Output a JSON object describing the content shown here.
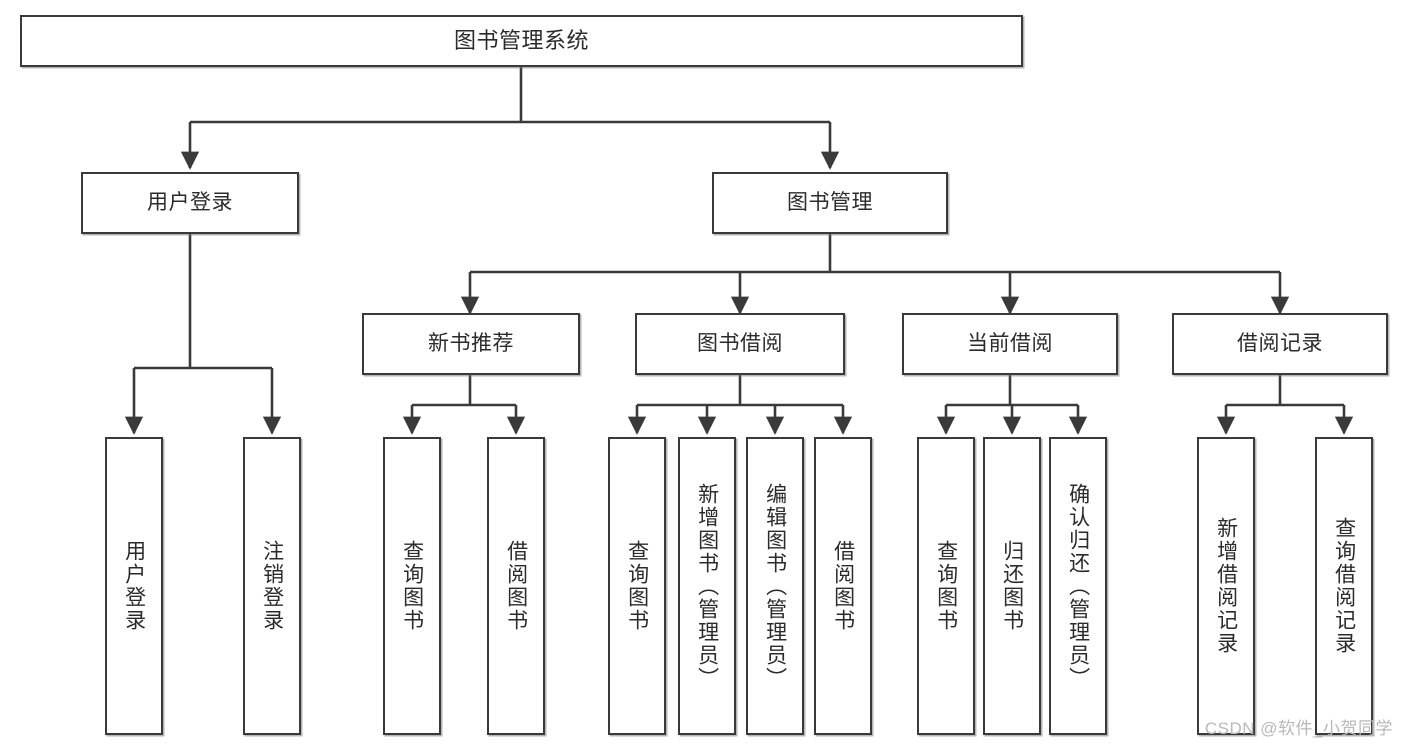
{
  "diagram": {
    "title": "图书管理系统",
    "watermark": "CSDN @软件_小贺同学",
    "colors": {
      "stroke": "#3a3a3a",
      "fill": "#ffffff",
      "text": "#2b2b2b",
      "watermark": "#b9b9b9"
    },
    "levels": {
      "root": {
        "label": "图书管理系统"
      },
      "level2": [
        {
          "label": "用户登录"
        },
        {
          "label": "图书管理"
        }
      ],
      "level3": [
        {
          "label": "新书推荐"
        },
        {
          "label": "图书借阅"
        },
        {
          "label": "当前借阅"
        },
        {
          "label": "借阅记录"
        }
      ],
      "leaves": [
        {
          "label": "用户登录",
          "parent": "用户登录"
        },
        {
          "label": "注销登录",
          "parent": "用户登录"
        },
        {
          "label": "查询图书",
          "parent": "新书推荐"
        },
        {
          "label": "借阅图书",
          "parent": "新书推荐"
        },
        {
          "label": "查询图书",
          "parent": "图书借阅"
        },
        {
          "label": "新增图书（管理员）",
          "parent": "图书借阅"
        },
        {
          "label": "编辑图书（管理员）",
          "parent": "图书借阅"
        },
        {
          "label": "借阅图书",
          "parent": "图书借阅"
        },
        {
          "label": "查询图书",
          "parent": "当前借阅"
        },
        {
          "label": "归还图书",
          "parent": "当前借阅"
        },
        {
          "label": "确认归还（管理员）",
          "parent": "当前借阅"
        },
        {
          "label": "新增借阅记录",
          "parent": "借阅记录"
        },
        {
          "label": "查询借阅记录",
          "parent": "借阅记录"
        }
      ]
    }
  }
}
